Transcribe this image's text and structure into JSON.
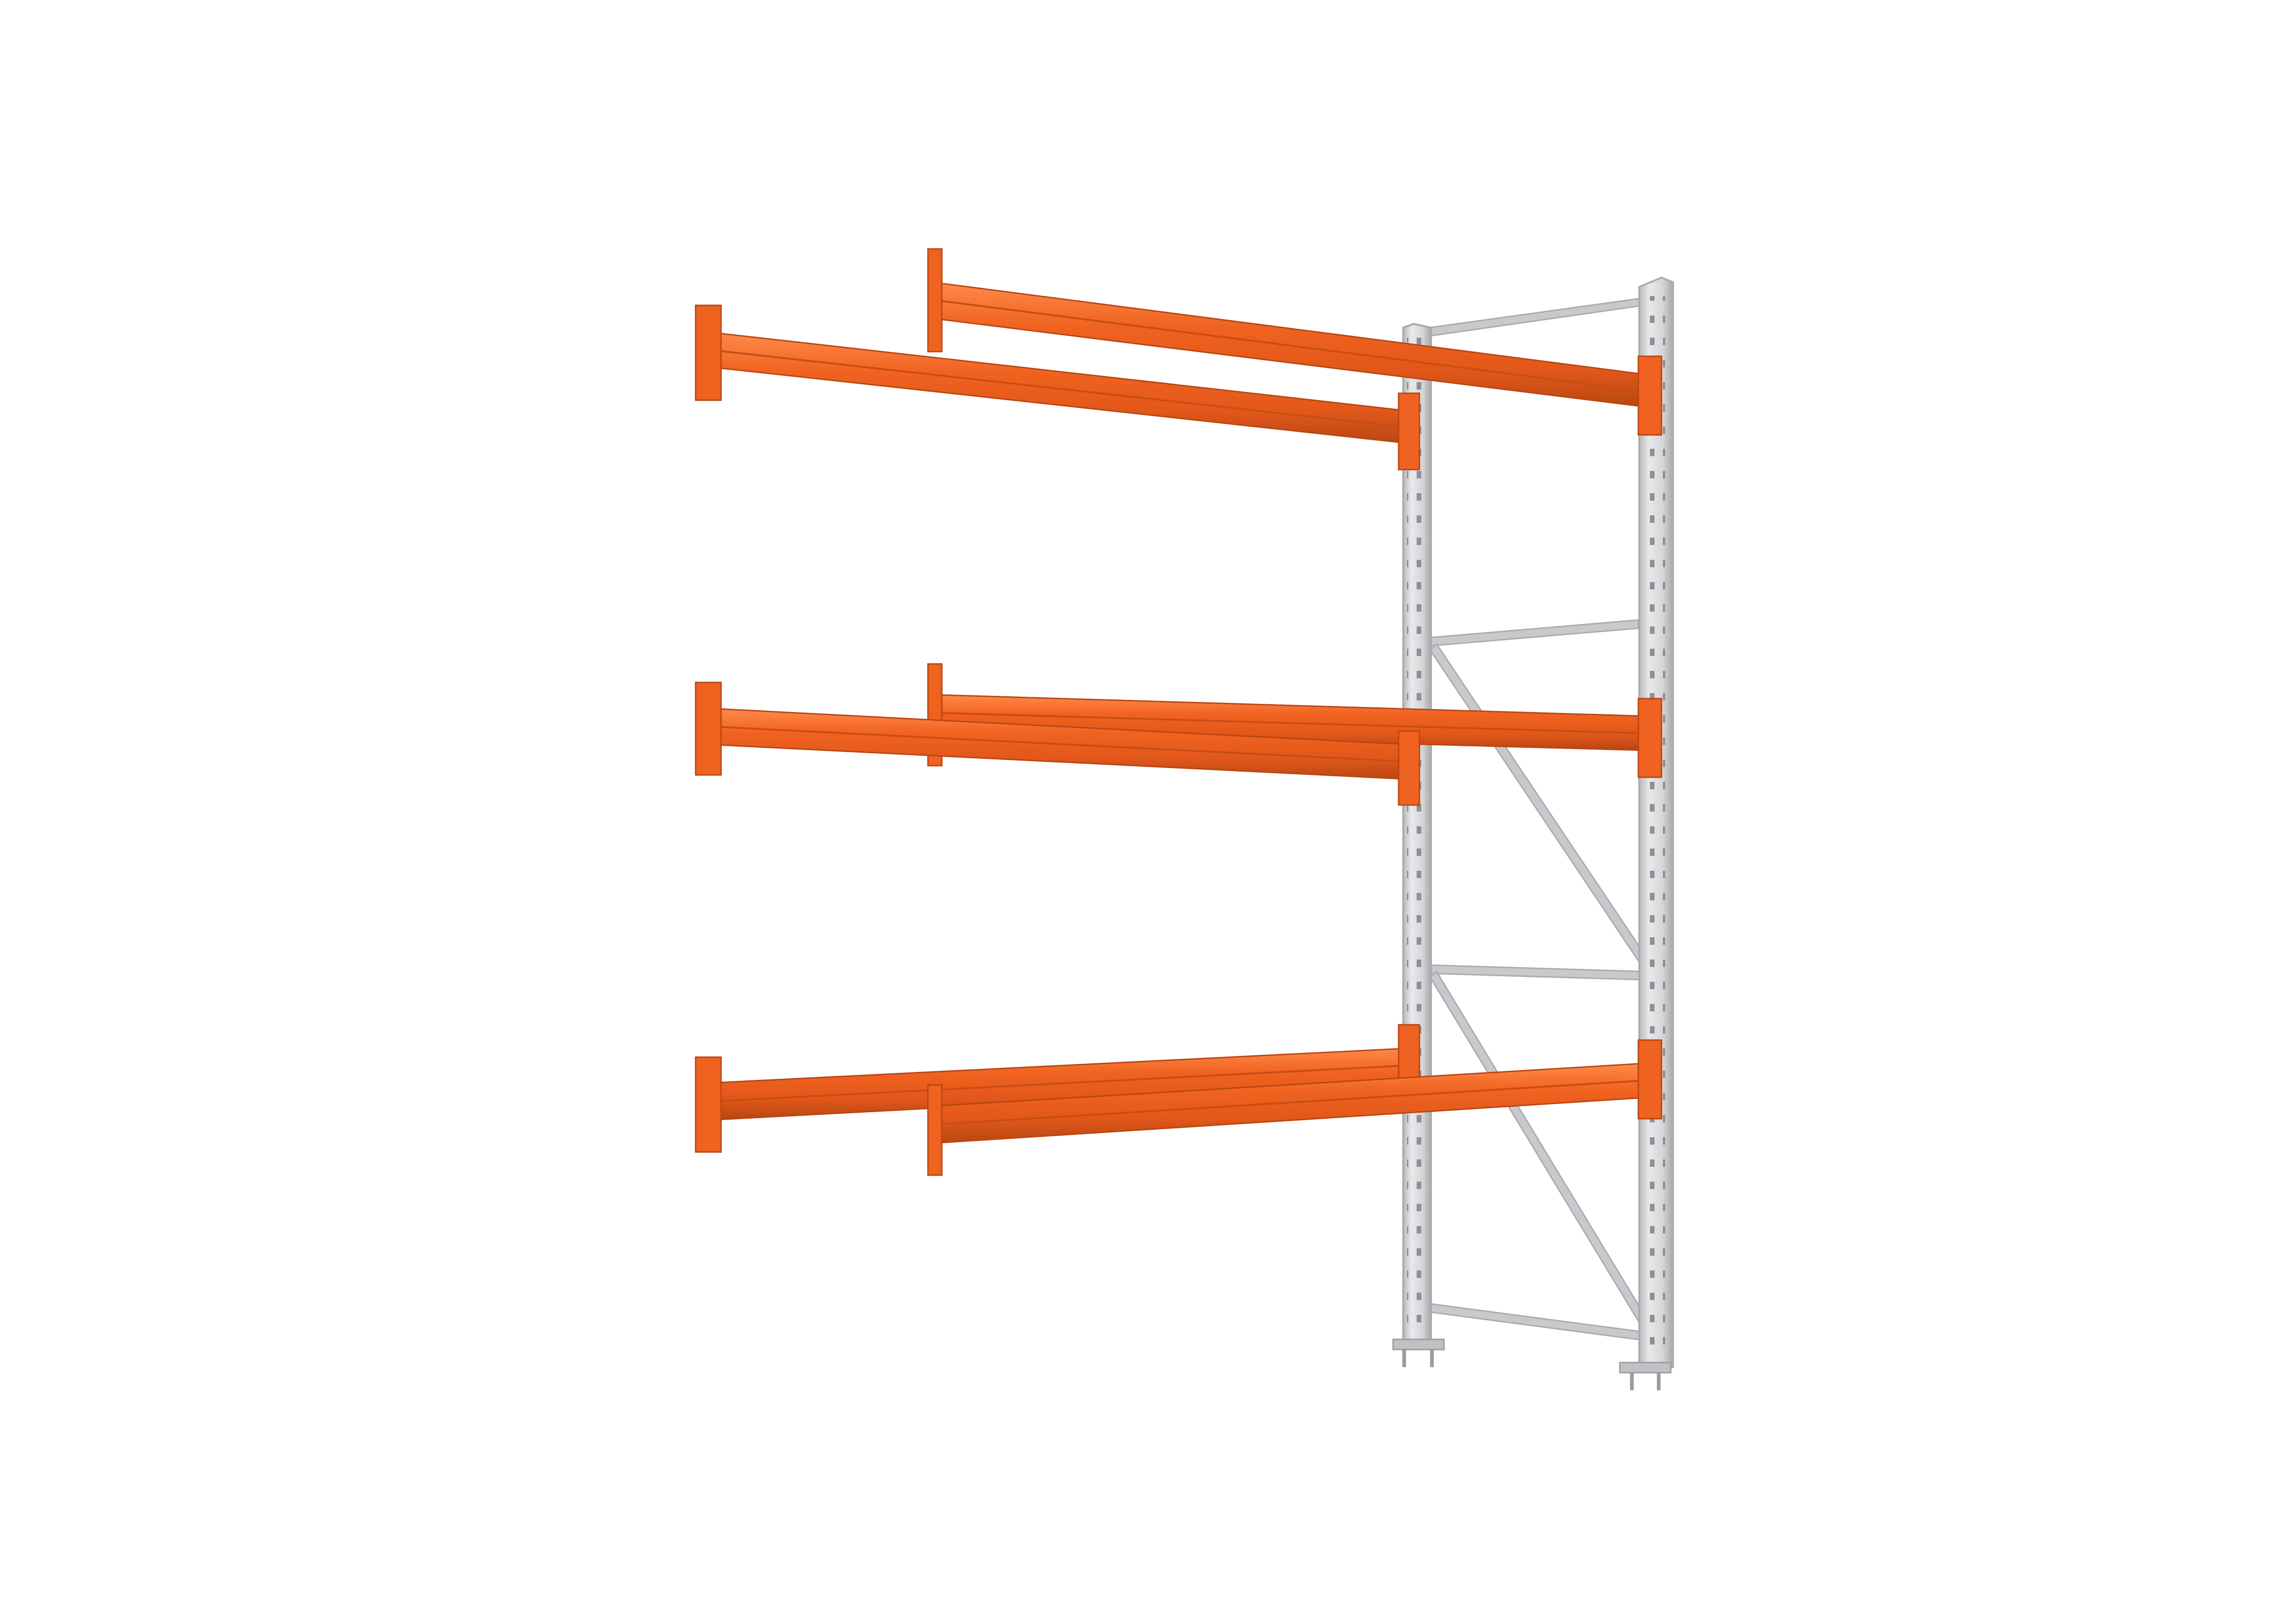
{
  "image": {
    "subject": "pallet-racking-add-on-bay",
    "background_color": "#ffffff"
  },
  "colors": {
    "beam": "#f0621f",
    "beam_shadow": "#c94d14",
    "beam_highlight": "#ff8a4a",
    "frame": "#d9dadc",
    "frame_edge": "#a9abae",
    "frame_hole": "#8e9094",
    "brace": "#c8c9cc",
    "baseplate": "#bfc1c4"
  },
  "structure": {
    "beam_levels": 3,
    "upright_frames": 1,
    "horizontal_braces": 4,
    "diagonal_braces": 2
  }
}
